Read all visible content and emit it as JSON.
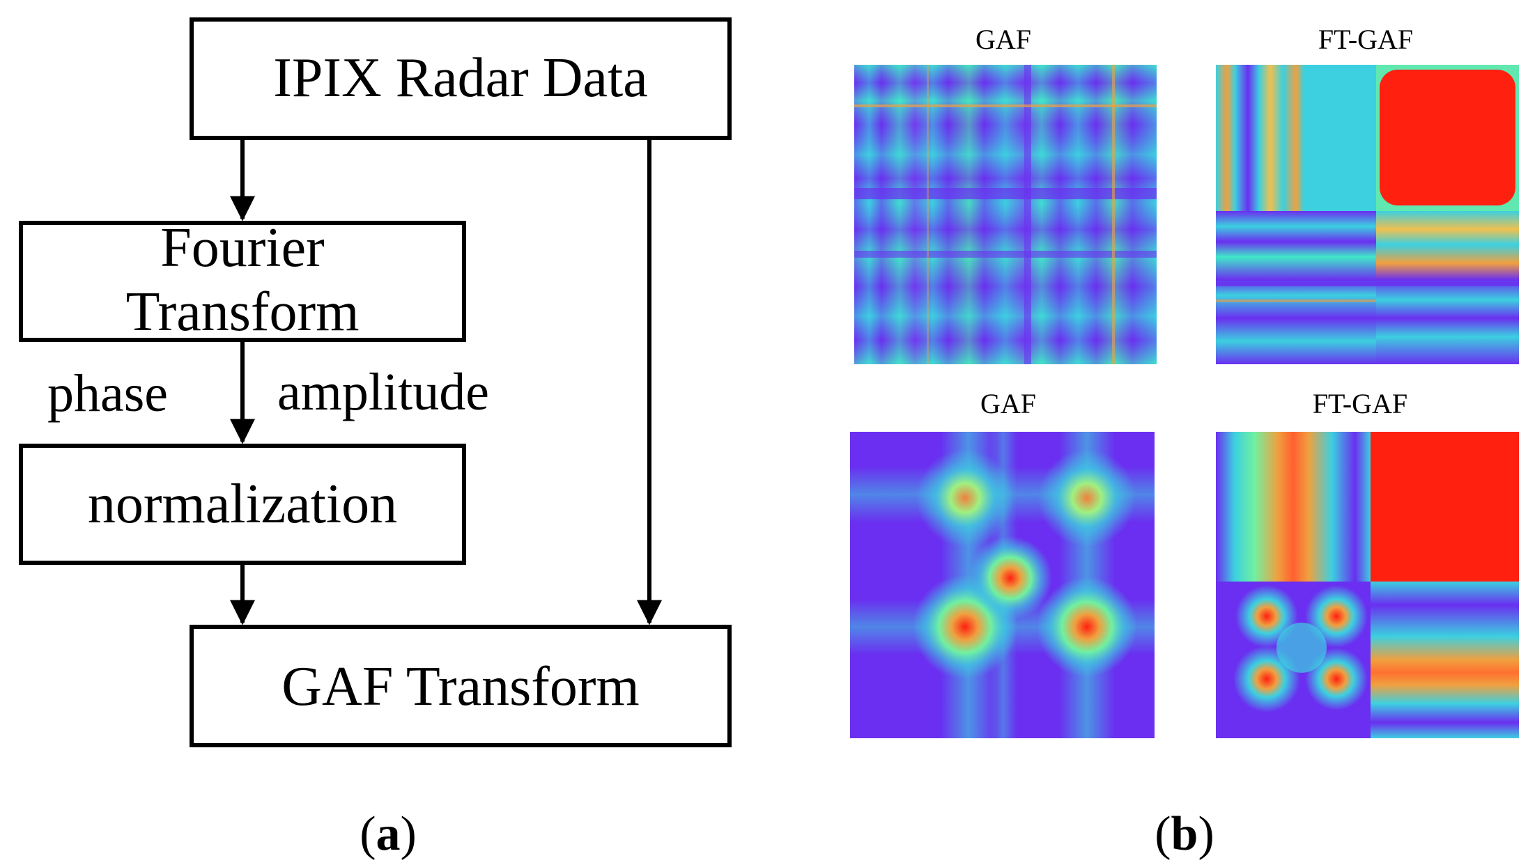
{
  "flow": {
    "nodes": {
      "ipix": "IPIX Radar Data",
      "fourier_line1": "Fourier",
      "fourier_line2": "Transform",
      "normalization": "normalization",
      "gaf_transform": "GAF Transform"
    },
    "edge_labels": {
      "phase": "phase",
      "amplitude": "amplitude"
    },
    "edges": [
      {
        "from": "ipix",
        "to": "fourier"
      },
      {
        "from": "fourier",
        "to": "normalization"
      },
      {
        "from": "normalization",
        "to": "gaf_transform"
      },
      {
        "from": "ipix",
        "to": "gaf_transform"
      }
    ]
  },
  "panels": {
    "top_left_title": "GAF",
    "top_right_title": "FT-GAF",
    "bottom_left_title": "GAF",
    "bottom_right_title": "FT-GAF"
  },
  "sublabels": {
    "a": {
      "open": "(",
      "letter": "a",
      "close": ")"
    },
    "b": {
      "open": "(",
      "letter": "b",
      "close": ")"
    }
  },
  "colors": {
    "low": "#6a2ff0",
    "mid": "#3cd0e0",
    "high": "#ff1e10",
    "line": "#000000"
  }
}
